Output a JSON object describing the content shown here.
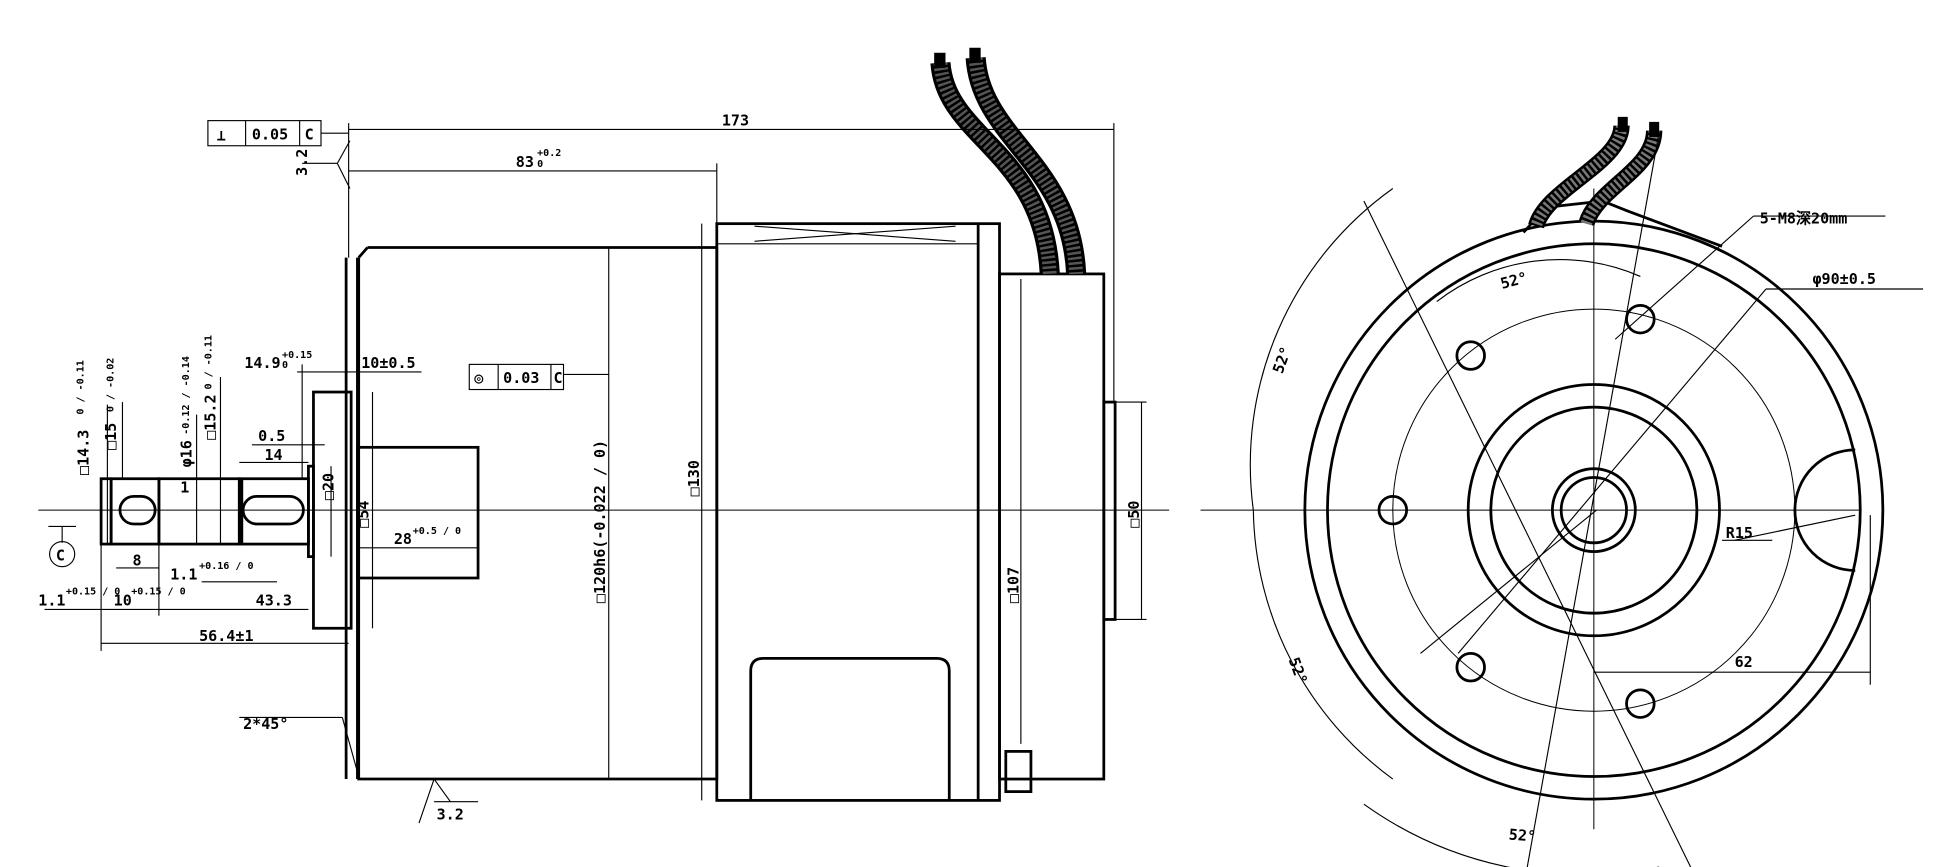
{
  "drawing": {
    "title_hidden": "",
    "side_view": {
      "tolerance_frame": {
        "symbol": "⊥",
        "value": "0.05",
        "datum": "C"
      },
      "concentricity_frame": {
        "symbol": "◎",
        "value": "0.03",
        "datum": "C"
      },
      "datum_label": "C",
      "roughness_top": "3.2",
      "roughness_bottom": "3.2",
      "chamfer": "2*45°",
      "dims": {
        "overall_length": "173",
        "length_83": "83",
        "length_83_tol_upper": "+0.2",
        "length_83_tol_lower": "0",
        "d_14_9": "14.9",
        "d_14_9_upper": "+0.15",
        "d_14_9_lower": "0",
        "d_10": "10±0.5",
        "sq_14_3": "□14.3",
        "sq_14_3_tol": "0 / -0.11",
        "sq_15": "□15",
        "sq_15_tol": "0 / -0.02",
        "phi_16": "φ16",
        "phi_16_tol": "-0.12 / -0.14",
        "sq_15_2": "□15.2",
        "sq_15_2_tol": "0 / -0.11",
        "d_0_5": "0.5",
        "d_14": "14",
        "d_1": "1",
        "d_8": "8",
        "d_1_1a": "1.1",
        "d_1_1a_tol": "+0.16 / 0",
        "d_1_1b": "1.1",
        "d_1_1b_tol": "+0.15 / 0",
        "d_10b": "10",
        "d_10b_tol": "+0.15 / 0",
        "d_43_3": "43.3",
        "d_56_4": "56.4±1",
        "sq_20": "□20",
        "sq_54": "□54",
        "d_28": "28",
        "d_28_tol": "+0.5 / 0",
        "sq_120": "□120h6(-0.022 / 0)",
        "sq_130": "□130",
        "sq_107": "□107",
        "sq_50": "□50"
      }
    },
    "end_view": {
      "holes": "5-M8深20mm",
      "phi_90": "φ90±0.5",
      "r15": "R15",
      "d_62": "62",
      "angle_1": "52°",
      "angle_2": "52°",
      "angle_3": "52°",
      "angle_4": "52°"
    }
  }
}
